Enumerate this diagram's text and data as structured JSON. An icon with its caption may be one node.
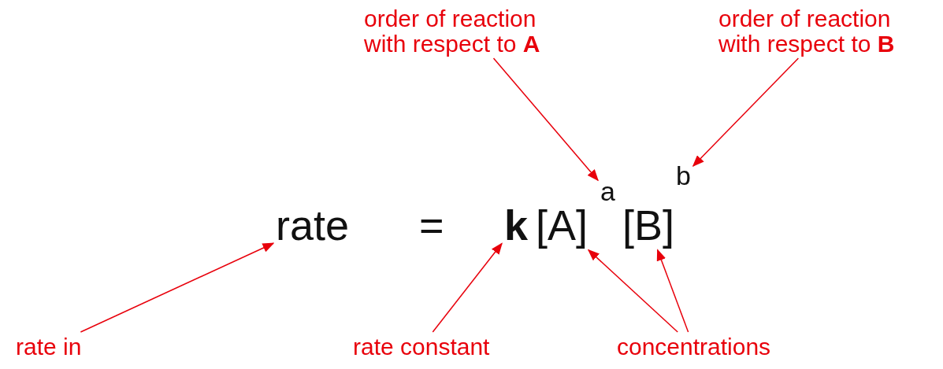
{
  "diagram": {
    "nodes": [
      {
        "text": [
          "order of reaction with respect to **A**"
        ]
      },
      {
        "text": [
          "order of reaction with respect to **B**"
        ]
      },
      {
        "text": [
          "rate"
        ]
      },
      {
        "text": [
          "k"
        ]
      },
      {
        "text": [
          "[A]"
        ]
      },
      {
        "text": [
          "a"
        ]
      },
      {
        "text": [
          "[B]"
        ]
      },
      {
        "text": [
          "b"
        ]
      },
      {
        "text": [
          "rate in"
        ]
      },
      {
        "text": [
          "rate constant"
        ]
      },
      {
        "text": [
          "concentrations"
        ]
      }
    ],
    "edges": [
      {
        "from": 0,
        "to": 5,
        "arrow": "to"
      },
      {
        "from": 1,
        "to": 7,
        "arrow": "to"
      },
      {
        "from": 8,
        "to": 2,
        "arrow": "to"
      },
      {
        "from": 9,
        "to": 3,
        "arrow": "to"
      },
      {
        "from": 10,
        "to": 4,
        "arrow": "to"
      },
      {
        "from": 10,
        "to": 6,
        "arrow": "to"
      }
    ],
    "labels": [
      "="
    ]
  }
}
